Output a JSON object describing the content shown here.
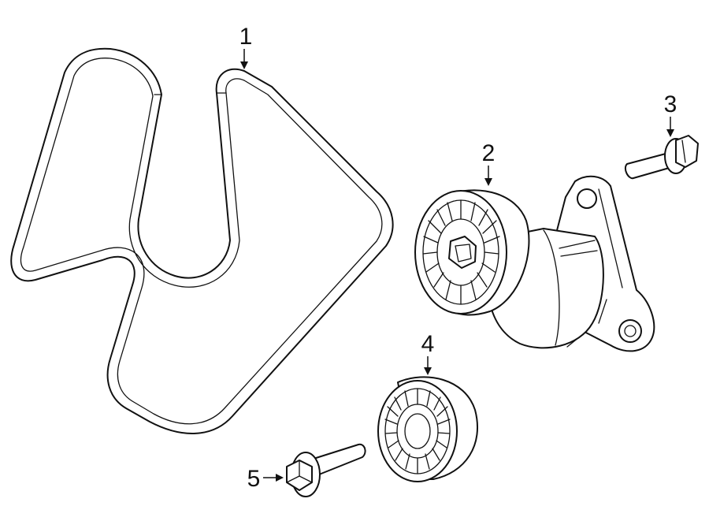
{
  "callouts": {
    "belt": "1",
    "tensioner": "2",
    "tensioner_bolt": "3",
    "idler_pulley": "4",
    "idler_bolt": "5"
  },
  "colors": {
    "line": "#111111",
    "background": "#ffffff"
  }
}
